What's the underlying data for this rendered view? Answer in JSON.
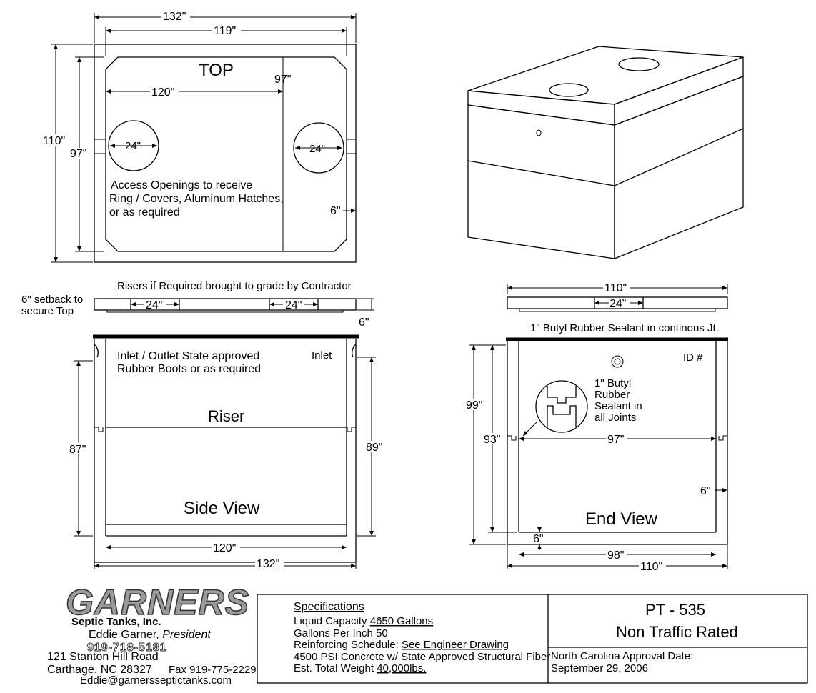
{
  "top_view": {
    "title": "TOP",
    "dim_overall_width": "132\"",
    "dim_inner_width": "119\"",
    "dim_inner_length": "120\"",
    "dim_center": "97\"",
    "dim_overall_depth": "110\"",
    "dim_inner_depth": "97\"",
    "opening_left": "24\"",
    "opening_right": "24\"",
    "wall": "6\"",
    "note_lines": [
      "Access Openings to receive",
      "Ring / Covers, Aluminum Hatches,",
      "or as required"
    ]
  },
  "riser_strip": {
    "title": "Risers if Required brought to grade by Contractor",
    "setback_lines": [
      "6\" setback to",
      "secure Top"
    ],
    "opening_left": "24\"",
    "opening_right": "24\"",
    "dim": "6\""
  },
  "side_view": {
    "title": "Side View",
    "riser_label": "Riser",
    "boots_lines": [
      "Inlet / Outlet  State approved",
      "Rubber Boots or as required"
    ],
    "inlet": "Inlet",
    "dim_left": "87\"",
    "dim_right": "89\"",
    "dim_inner": "120\"",
    "dim_outer": "132\""
  },
  "end_top": {
    "dim": "110\"",
    "opening": "24\"",
    "sealant": "1\" Butyl Rubber Sealant in continous Jt."
  },
  "end_view": {
    "title": "End View",
    "id_label": "ID #",
    "butyl_lines": [
      "1\" Butyl",
      "Rubber",
      "Sealant in",
      "all Joints"
    ],
    "dim_99": "99\"",
    "dim_93": "93\"",
    "dim_97": "97\"",
    "dim_6_right": "6\"",
    "dim_6_bottom": "6\"",
    "dim_98": "98\"",
    "dim_110": "110\""
  },
  "company": {
    "logo": "GARNERS",
    "subtitle": "Septic Tanks, Inc.",
    "owner": "Eddie Garner,",
    "owner_title": "President",
    "phone": "919-718-5181",
    "address1": "121 Stanton Hill Road",
    "address2": "Carthage, NC 28327",
    "fax": "Fax 919-775-2229",
    "email": "Eddie@garnersseptictanks.com"
  },
  "specs": {
    "heading": "Specifications",
    "capacity_label": "Liquid Capacity",
    "capacity_value": "4650 Gallons",
    "gpi_label": "Gallons Per Inch",
    "gpi_value": "50",
    "reinforcing_label": "Reinforcing Schedule:",
    "reinforcing_value": "See Engineer Drawing",
    "concrete": "4500 PSI Concrete w/ State Approved Structural Fiber",
    "weight_label": "Est. Total Weight",
    "weight_value": "40,000lbs."
  },
  "model": {
    "code": "PT - 535",
    "rating": "Non Traffic Rated",
    "approval_label": "North Carolina Approval Date:",
    "approval_date": "September 29, 2006"
  }
}
